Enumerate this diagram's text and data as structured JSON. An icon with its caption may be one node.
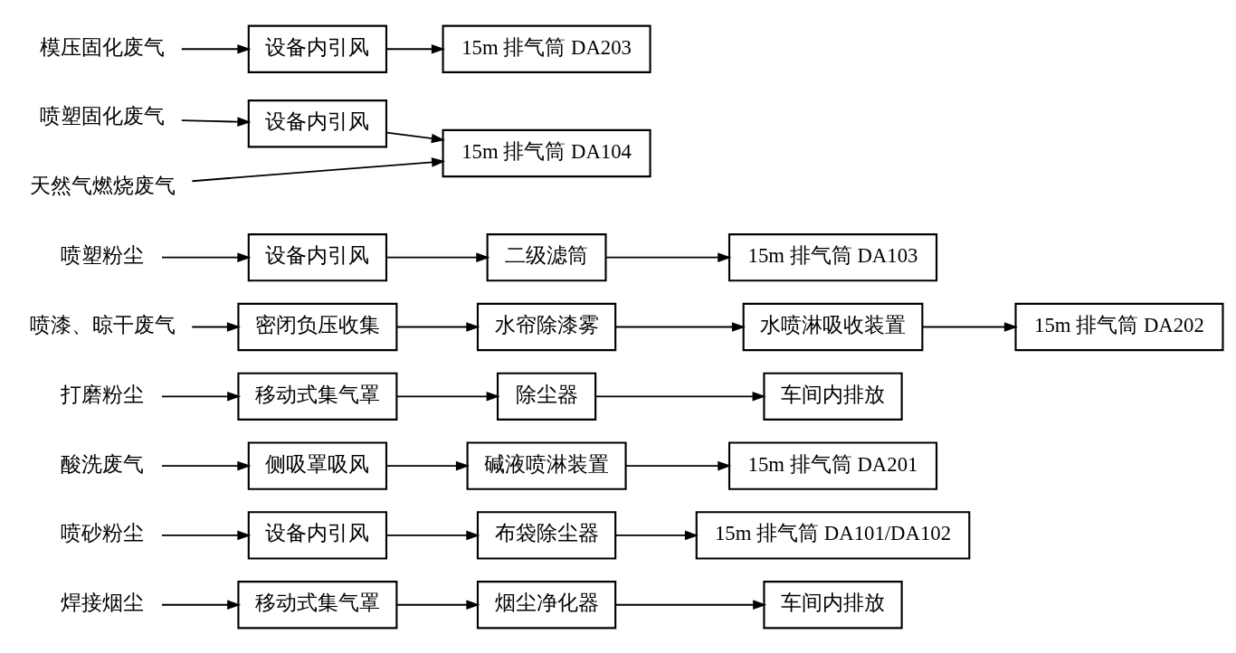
{
  "diagram": {
    "nodes": [
      {
        "text": [
          "焊接烟尘"
        ]
      },
      {
        "text": [
          "移动式集气罩"
        ]
      },
      {
        "text": [
          "烟尘净化器"
        ]
      },
      {
        "text": [
          "车间内排放"
        ]
      },
      {
        "text": [
          "喷砂粉尘"
        ]
      },
      {
        "text": [
          "设备内引风"
        ]
      },
      {
        "text": [
          "布袋除尘器"
        ]
      },
      {
        "text": [
          "15m 排气筒 DA101/DA102"
        ]
      },
      {
        "text": [
          "酸洗废气"
        ]
      },
      {
        "text": [
          "侧吸罩吸风"
        ]
      },
      {
        "text": [
          "碱液喷淋装置"
        ]
      },
      {
        "text": [
          "15m 排气筒 DA201"
        ]
      },
      {
        "text": [
          "打磨粉尘"
        ]
      },
      {
        "text": [
          "移动式集气罩"
        ]
      },
      {
        "text": [
          "除尘器"
        ]
      },
      {
        "text": [
          "车间内排放"
        ]
      },
      {
        "text": [
          "喷漆、晾干废气"
        ]
      },
      {
        "text": [
          "密闭负压收集"
        ]
      },
      {
        "text": [
          "水帘除漆雾"
        ]
      },
      {
        "text": [
          "水喷淋吸收装置"
        ]
      },
      {
        "text": [
          "15m 排气筒 DA202"
        ]
      },
      {
        "text": [
          "喷塑粉尘"
        ]
      },
      {
        "text": [
          "设备内引风"
        ]
      },
      {
        "text": [
          "二级滤筒"
        ]
      },
      {
        "text": [
          "15m 排气筒 DA103"
        ]
      },
      {
        "text": [
          "喷塑固化废气"
        ]
      },
      {
        "text": [
          "设备内引风"
        ]
      },
      {
        "text": [
          "15m 排气筒 DA104"
        ]
      },
      {
        "text": [
          "天然气燃烧废气"
        ]
      },
      {
        "text": [
          "模压固化废气"
        ]
      },
      {
        "text": [
          "设备内引风"
        ]
      },
      {
        "text": [
          "15m 排气筒 DA203"
        ]
      }
    ],
    "edges": [
      {
        "from": 0,
        "to": 1,
        "arrow": "to"
      },
      {
        "from": 1,
        "to": 2,
        "arrow": "to"
      },
      {
        "from": 2,
        "to": 3,
        "arrow": "to"
      },
      {
        "from": 4,
        "to": 5,
        "arrow": "to"
      },
      {
        "from": 5,
        "to": 6,
        "arrow": "to"
      },
      {
        "from": 6,
        "to": 7,
        "arrow": "to"
      },
      {
        "from": 8,
        "to": 9,
        "arrow": "to"
      },
      {
        "from": 9,
        "to": 10,
        "arrow": "to"
      },
      {
        "from": 10,
        "to": 11,
        "arrow": "to"
      },
      {
        "from": 12,
        "to": 13,
        "arrow": "to"
      },
      {
        "from": 13,
        "to": 14,
        "arrow": "to"
      },
      {
        "from": 14,
        "to": 15,
        "arrow": "to"
      },
      {
        "from": 16,
        "to": 17,
        "arrow": "to"
      },
      {
        "from": 17,
        "to": 18,
        "arrow": "to"
      },
      {
        "from": 18,
        "to": 19,
        "arrow": "to"
      },
      {
        "from": 19,
        "to": 20,
        "arrow": "to"
      },
      {
        "from": 21,
        "to": 22,
        "arrow": "to"
      },
      {
        "from": 22,
        "to": 23,
        "arrow": "to"
      },
      {
        "from": 23,
        "to": 24,
        "arrow": "to"
      },
      {
        "from": 25,
        "to": 26,
        "arrow": "to"
      },
      {
        "from": 26,
        "to": 27,
        "arrow": "to"
      },
      {
        "from": 28,
        "to": 27,
        "arrow": "to"
      },
      {
        "from": 29,
        "to": 30,
        "arrow": "to"
      },
      {
        "from": 30,
        "to": 31,
        "arrow": "to"
      }
    ]
  }
}
